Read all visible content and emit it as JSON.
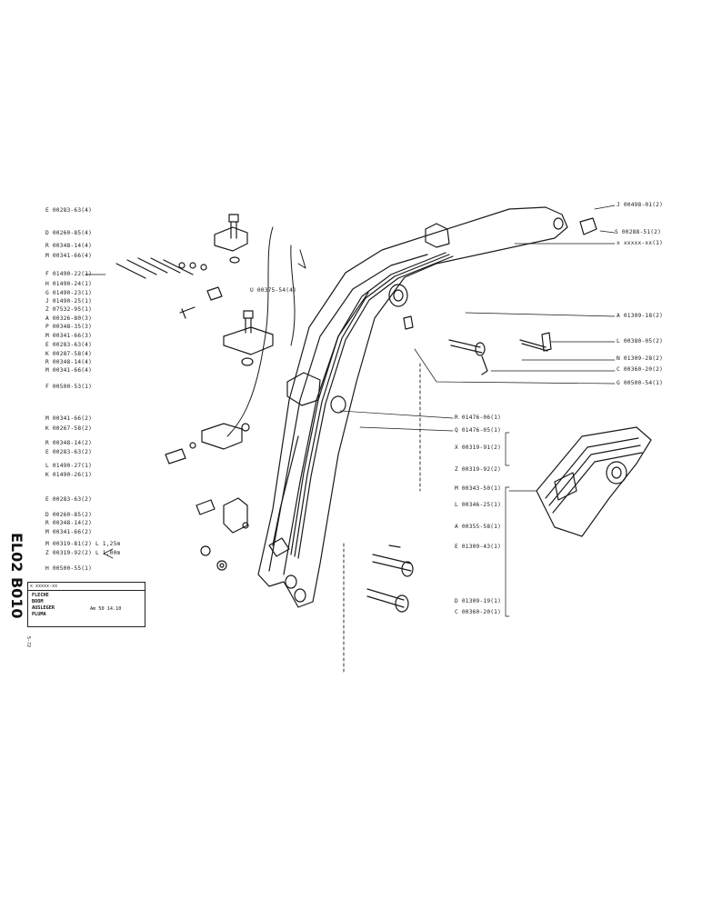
{
  "document": {
    "side_code": "EL02 B010",
    "side_date": "5-72",
    "title_box": {
      "header": "x xxxxx-xx",
      "lines": [
        "FLECHE",
        "BOOM",
        "AUSLEGER",
        "PLUMA"
      ],
      "model": "Am 50   14.10"
    }
  },
  "left_labels": [
    {
      "id": "l1",
      "text": "E 00283-63(4)"
    },
    {
      "id": "l2",
      "text": "D 00260-85(4)"
    },
    {
      "id": "l3",
      "text": "R 00348-14(4)"
    },
    {
      "id": "l4",
      "text": "M 00341-66(4)"
    },
    {
      "id": "l5",
      "text": "F 01490-22(1)"
    },
    {
      "id": "l6",
      "text": "H 01490-24(1)"
    },
    {
      "id": "l7",
      "text": "G 01490-23(1)"
    },
    {
      "id": "l8",
      "text": "J 01490-25(1)"
    },
    {
      "id": "l9",
      "text": "Z 07532-95(1)"
    },
    {
      "id": "l10",
      "text": "A 00326-80(3)"
    },
    {
      "id": "l11",
      "text": "P 00348-35(3)"
    },
    {
      "id": "l12",
      "text": "M 00341-66(3)"
    },
    {
      "id": "l13",
      "text": "E 00283-63(4)"
    },
    {
      "id": "l14",
      "text": "K 00287-58(4)"
    },
    {
      "id": "l15",
      "text": "R 00348-14(4)"
    },
    {
      "id": "l16",
      "text": "M 00341-66(4)"
    },
    {
      "id": "l17",
      "text": "F 00500-53(1)"
    },
    {
      "id": "l18",
      "text": "M 00341-66(2)"
    },
    {
      "id": "l19",
      "text": "K 00267-58(2)"
    },
    {
      "id": "l20",
      "text": "R 00348-14(2)"
    },
    {
      "id": "l21",
      "text": "E 00283-63(2)"
    },
    {
      "id": "l22",
      "text": "L 01490-27(1)"
    },
    {
      "id": "l23",
      "text": "K 01490-26(1)"
    },
    {
      "id": "l24",
      "text": "E 00283-63(2)"
    },
    {
      "id": "l25",
      "text": "D 00260-85(2)"
    },
    {
      "id": "l26",
      "text": "R 00348-14(2)"
    },
    {
      "id": "l27",
      "text": "M 00341-66(2)"
    },
    {
      "id": "l28",
      "text": "M 00319-81(2) L 1,25m"
    },
    {
      "id": "l29",
      "text": "Z 00319-92(2) L 1,00m"
    },
    {
      "id": "l30",
      "text": "H 00500-55(1)"
    }
  ],
  "center_labels": [
    {
      "id": "c1",
      "text": "U 00375-54(4)"
    }
  ],
  "right_labels": [
    {
      "id": "r1",
      "text": "J 00498-01(2)"
    },
    {
      "id": "r2",
      "text": "S 00288-51(2)"
    },
    {
      "id": "r3",
      "text": "x xxxxx-xx(1)"
    },
    {
      "id": "r4",
      "text": "A 01309-18(2)"
    },
    {
      "id": "r5",
      "text": "L 00380-05(2)"
    },
    {
      "id": "r6",
      "text": "N 01309-28(2)"
    },
    {
      "id": "r7",
      "text": "C 00360-20(2)"
    },
    {
      "id": "r8",
      "text": "G 00500-54(1)"
    },
    {
      "id": "r9",
      "text": "R 01476-06(1)"
    },
    {
      "id": "r10",
      "text": "Q 01476-05(1)"
    },
    {
      "id": "r11",
      "text": "X 00319-91(2)"
    },
    {
      "id": "r12",
      "text": "Z 00319-92(2)"
    },
    {
      "id": "r13",
      "text": "M 00343-50(1)"
    },
    {
      "id": "r14",
      "text": "L 00346-25(1)"
    },
    {
      "id": "r15",
      "text": "A 00355-58(1)"
    },
    {
      "id": "r16",
      "text": "E 01309-43(1)"
    },
    {
      "id": "r17",
      "text": "D 01309-19(1)"
    },
    {
      "id": "r18",
      "text": "C 00360-20(1)"
    }
  ]
}
